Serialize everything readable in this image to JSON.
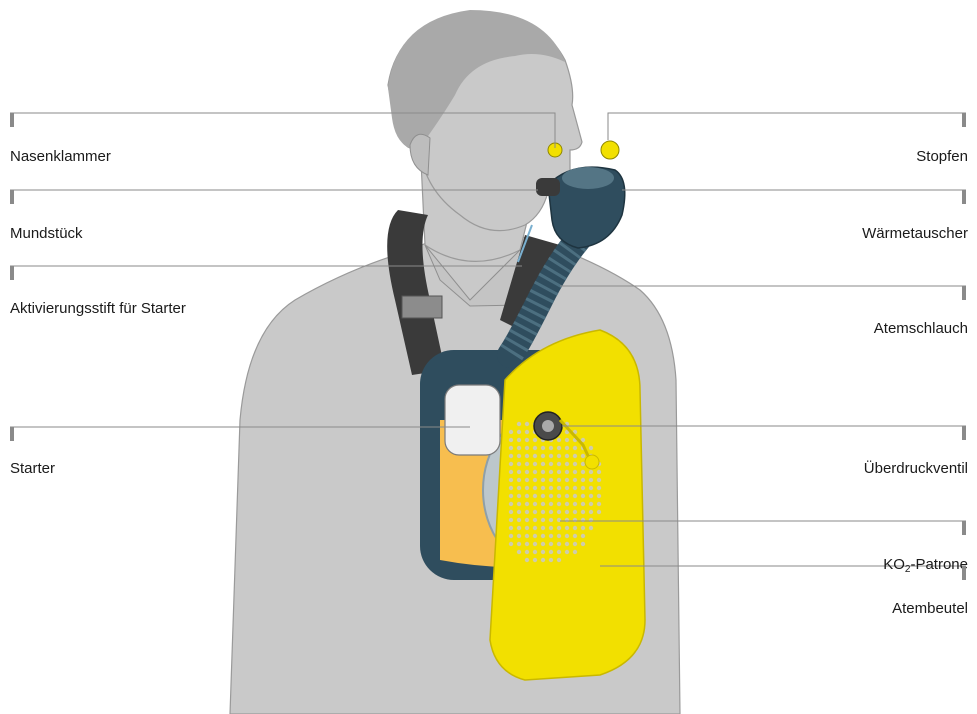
{
  "labels": {
    "left": [
      {
        "id": "nasenklammer",
        "text": "Nasenklammer"
      },
      {
        "id": "mundstueck",
        "text": "Mundstück"
      },
      {
        "id": "aktivierungsstift",
        "text": "Aktivierungsstift für Starter"
      },
      {
        "id": "starter",
        "text": "Starter"
      }
    ],
    "right": [
      {
        "id": "stopfen",
        "text": "Stopfen"
      },
      {
        "id": "waermetauscher",
        "text": "Wärmetauscher"
      },
      {
        "id": "atemschlauch",
        "text": "Atemschlauch"
      },
      {
        "id": "ueberdruckventil",
        "text": "Überdruckventil"
      },
      {
        "id": "ko2_patrone",
        "text": "KO",
        "subscript": "2",
        "suffix": "-Patrone"
      },
      {
        "id": "atembeutel",
        "text": "Atembeutel"
      }
    ]
  },
  "colors": {
    "body": "#c9c9c9",
    "body_outline": "#8f8f8f",
    "device_frame": "#2f4d5e",
    "yellow_bag": "#f2e000",
    "cartridge_orange": "#f7be4f",
    "leader_line": "#8a8a8a"
  }
}
